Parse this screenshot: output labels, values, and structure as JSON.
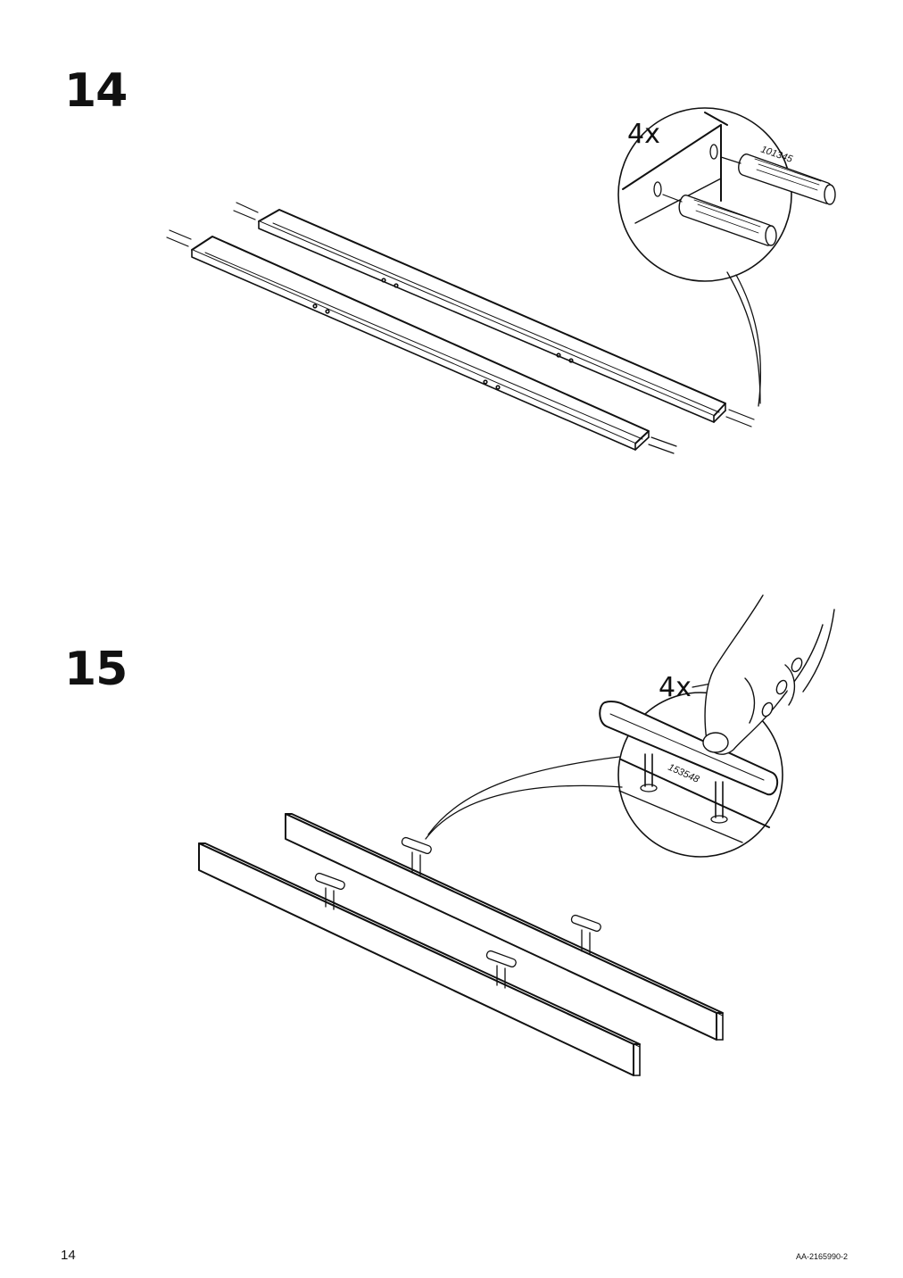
{
  "steps": [
    {
      "number": "14",
      "quantity": "4x",
      "part_number": "101345"
    },
    {
      "number": "15",
      "quantity": "4x",
      "part_number": "153548"
    }
  ],
  "footer": {
    "page_number": "14",
    "document_code": "AA-2165990-2"
  }
}
